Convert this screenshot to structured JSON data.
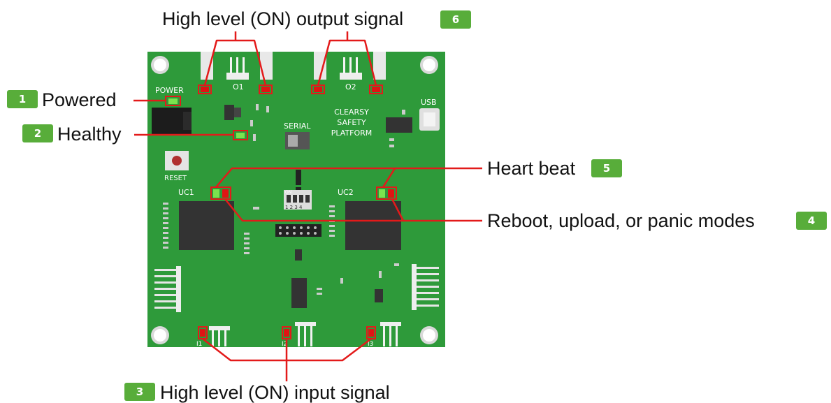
{
  "callouts": {
    "c1": {
      "num": "1",
      "label": "Powered"
    },
    "c2": {
      "num": "2",
      "label": "Healthy"
    },
    "c3": {
      "num": "3",
      "label": "High level (ON) input signal"
    },
    "c4": {
      "num": "4",
      "label": "Reboot, upload, or panic modes"
    },
    "c5": {
      "num": "5",
      "label": "Heart beat"
    },
    "c6": {
      "num": "6",
      "label": "High level (ON) output signal"
    }
  },
  "board": {
    "power": "POWER",
    "o1": "O1",
    "o2": "O2",
    "usb": "USB",
    "serial": "SERIAL",
    "brand_line1": "CLEARSY",
    "brand_line2": "SAFETY",
    "brand_line3": "PLATFORM",
    "reset": "RESET",
    "uc1": "UC1",
    "uc2": "UC2",
    "dip_on": "ON",
    "dip_numbers": "1 2 3 4",
    "i1": "I1",
    "i2": "I2",
    "i3": "I3"
  },
  "colors": {
    "board_green": "#2e9a3a",
    "led_red": "#e01414",
    "led_green": "#7be34e",
    "badge_green": "#58ad3a",
    "callout_line": "#e31a1a",
    "chip": "#333333"
  }
}
